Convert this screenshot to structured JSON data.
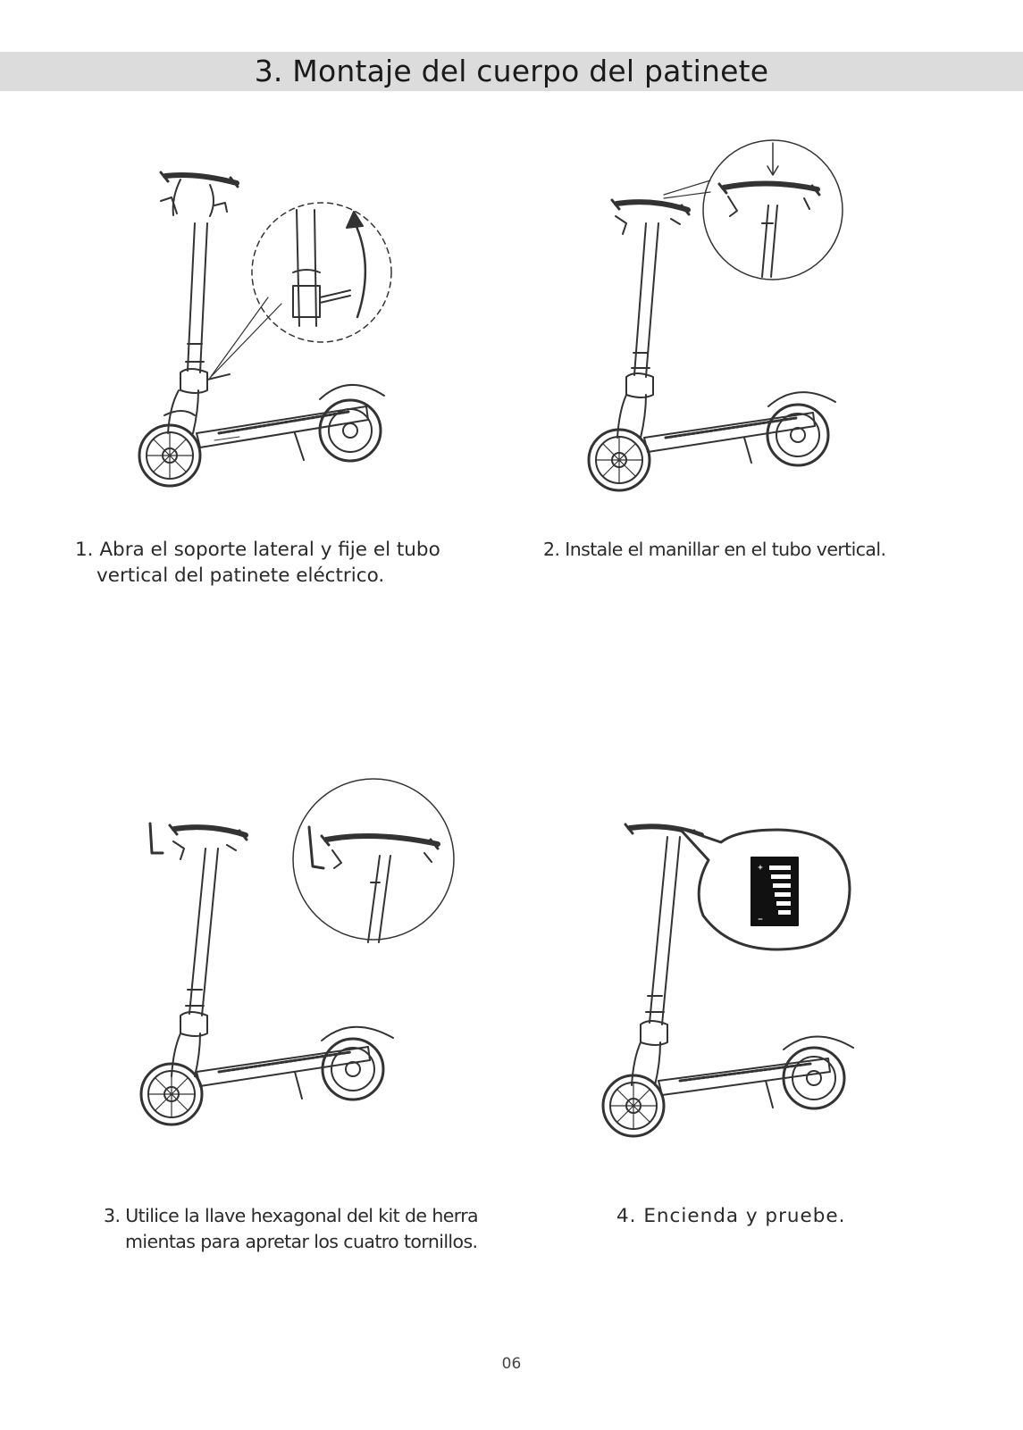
{
  "page": {
    "title": "3. Montaje del cuerpo del patinete",
    "page_number": "06"
  },
  "steps": [
    {
      "line1": "1. Abra el soporte lateral y fije el tubo",
      "line2": "vertical del patinete eléctrico."
    },
    {
      "line1": "2.  Instale el manillar en el tubo vertical.",
      "line2": ""
    },
    {
      "line1": "3. Utilice la llave hexagonal del kit de herra",
      "line2": "mientas para apretar los cuatro tornillos."
    },
    {
      "line1": "4. Encienda y pruebe.",
      "line2": ""
    }
  ],
  "battery_indicator": {
    "levels_lit": 6,
    "levels_total": 6
  }
}
